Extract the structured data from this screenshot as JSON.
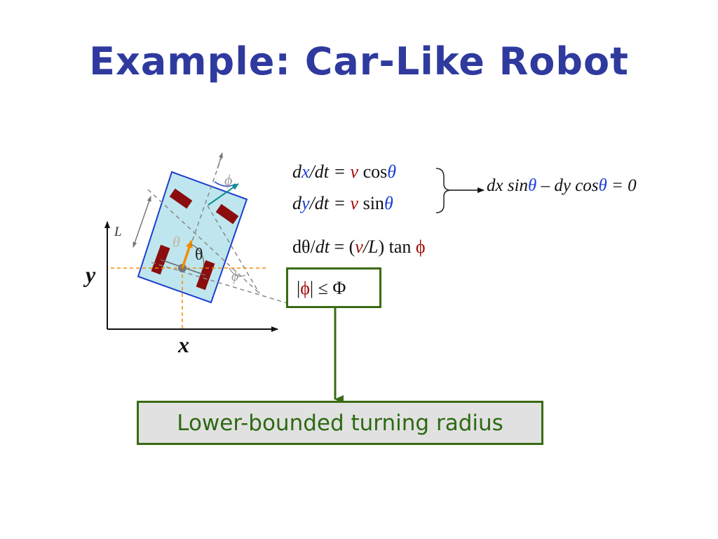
{
  "slide": {
    "title": "Example: Car-Like Robot"
  },
  "diagram": {
    "axis_x_label": "x",
    "axis_y_label": "y",
    "length_label": "L",
    "heading_label": "θ",
    "heading_label_faded": "θ",
    "steer_label_top": "ϕ",
    "steer_label_bottom": "ϕ"
  },
  "equations": {
    "dx_d": "d",
    "dx_var": "x",
    "dx_rest": "/dt = ",
    "dx_v": "v",
    "dx_fn": " cos",
    "dx_theta": "θ",
    "dy_d": "d",
    "dy_var": "y",
    "dy_rest": "/dt = ",
    "dy_v": "v",
    "dy_fn": " sin",
    "dy_theta": "θ",
    "nh_dx": "dx",
    "nh_sin": " sin",
    "nh_theta1": "θ",
    "nh_minus": " – ",
    "nh_dy": "dy",
    "nh_cos": " cos",
    "nh_theta2": "θ",
    "nh_zero": " = 0",
    "dth_d": "dθ",
    "dth_slash": "/",
    "dth_dt": "dt",
    "dth_eq": " = (",
    "dth_v": "v",
    "dth_L": "/L",
    "dth_close": ") tan ",
    "dth_phi": "ϕ"
  },
  "constraint": {
    "bar_open": "|",
    "phi": "ϕ",
    "bar_close": "|",
    "leq": " ≤ ",
    "Phi": "Φ"
  },
  "result": {
    "label": "Lower-bounded turning radius"
  },
  "colors": {
    "title": "#2f3a9e",
    "box_border": "#3a6b12",
    "result_text": "#2d6a13",
    "car_body": "#bfe6ee",
    "wheel": "#8b0d0d",
    "heading_arrow": "#f28c00"
  }
}
